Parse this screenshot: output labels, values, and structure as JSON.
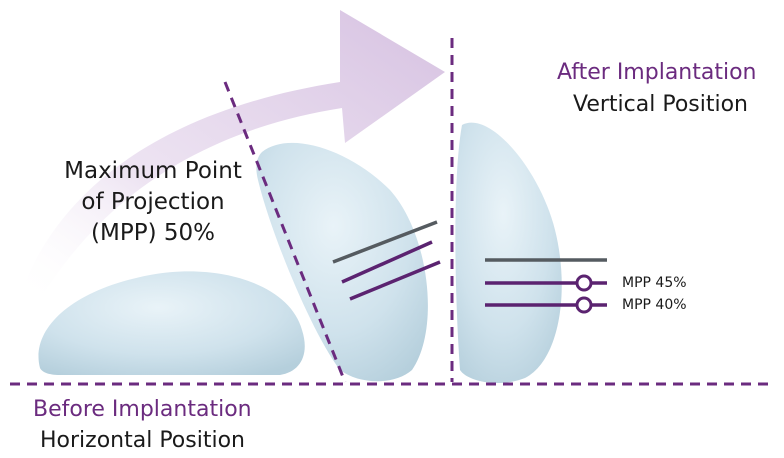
{
  "colors": {
    "accent_purple": "#6b2b7f",
    "arrow_fill": "#dcc8e5",
    "implant_fill": "#cfe2ec",
    "gray_line": "#555b60",
    "text": "#1a1a1a"
  },
  "labels": {
    "mpp_line1": "Maximum Point",
    "mpp_line2": "of Projection",
    "mpp_line3": "(MPP) 50%",
    "after_title": "After Implantation",
    "after_subtitle": "Vertical Position",
    "before_title": "Before Implantation",
    "before_subtitle": "Horizontal Position",
    "mpp45": "MPP 45%",
    "mpp40": "MPP 40%"
  },
  "icons": [
    "curved-arrow-icon",
    "implant-horizontal-icon",
    "implant-tilted-icon",
    "implant-vertical-icon",
    "slider-handle-icon"
  ]
}
